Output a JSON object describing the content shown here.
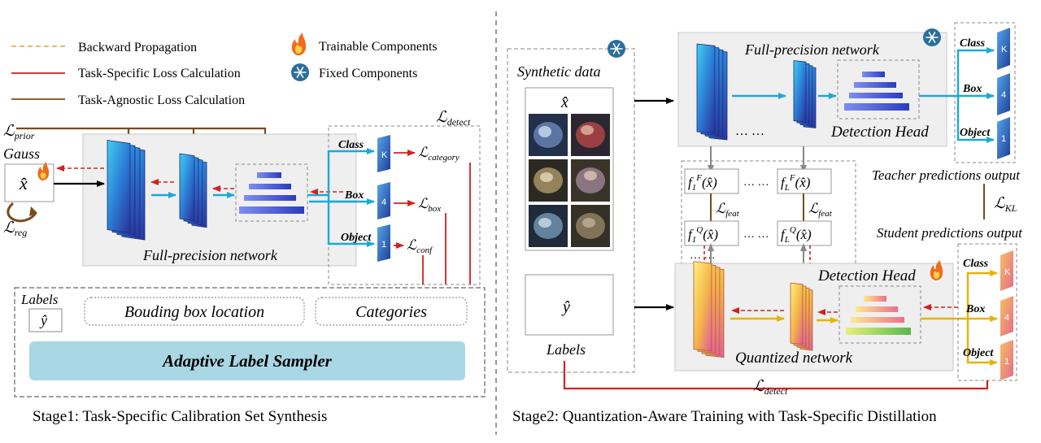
{
  "legend": {
    "backward": "Backward Propagation",
    "task_specific": "Task-Specific Loss Calculation",
    "task_agnostic": "Task-Agnostic Loss Calculation",
    "trainable": "Trainable Components",
    "fixed": "Fixed Components"
  },
  "stage1": {
    "loss_prior": "ℒ",
    "loss_prior_sub": "prior",
    "gauss": "Gauss",
    "x_hat": "x̂",
    "loss_reg": "ℒ",
    "loss_reg_sub": "reg",
    "network_label": "Full-precision network",
    "loss_detect": "ℒ",
    "loss_detect_sub": "detect",
    "heads": [
      {
        "name": "Class",
        "badge": "K",
        "loss": "ℒ",
        "loss_sub": "category"
      },
      {
        "name": "Box",
        "badge": "4",
        "loss": "ℒ",
        "loss_sub": "box"
      },
      {
        "name": "Object",
        "badge": "1",
        "loss": "ℒ",
        "loss_sub": "conf"
      }
    ],
    "labels_title": "Labels",
    "labels_y": "ŷ",
    "bbox_location": "Bouding box location",
    "categories": "Categories",
    "sampler": "Adaptive Label Sampler",
    "caption": "Stage1: Task-Specific Calibration Set Synthesis"
  },
  "stage2": {
    "synthetic_data": "Synthetic data",
    "x_hat": "x̂",
    "y_hat": "ŷ",
    "labels": "Labels",
    "fp_network": "Full-precision network",
    "dots": "… …",
    "detection_head_top": "Detection Head",
    "detection_head_bottom": "Detection Head",
    "quantized_network": "Quantized  network",
    "f1F": "f",
    "f1F_sub": "1",
    "f1F_sup": "F",
    "fLF_sub": "L",
    "fLF_sup": "F",
    "fQ_sup": "Q",
    "arg": "(x̂)",
    "loss_feat": "ℒ",
    "loss_feat_sub": "feat",
    "teacher_output": "Teacher predictions output",
    "student_output": "Student predictions output",
    "loss_kl": "ℒ",
    "loss_kl_sub": "KL",
    "loss_detect": "ℒ",
    "loss_detect_sub": "detect",
    "heads": [
      {
        "name": "Class",
        "badge": "K"
      },
      {
        "name": "Box",
        "badge": "4"
      },
      {
        "name": "Object",
        "badge": "1"
      }
    ],
    "caption": "Stage2: Quantization-Aware Training with Task-Specific Distillation"
  }
}
